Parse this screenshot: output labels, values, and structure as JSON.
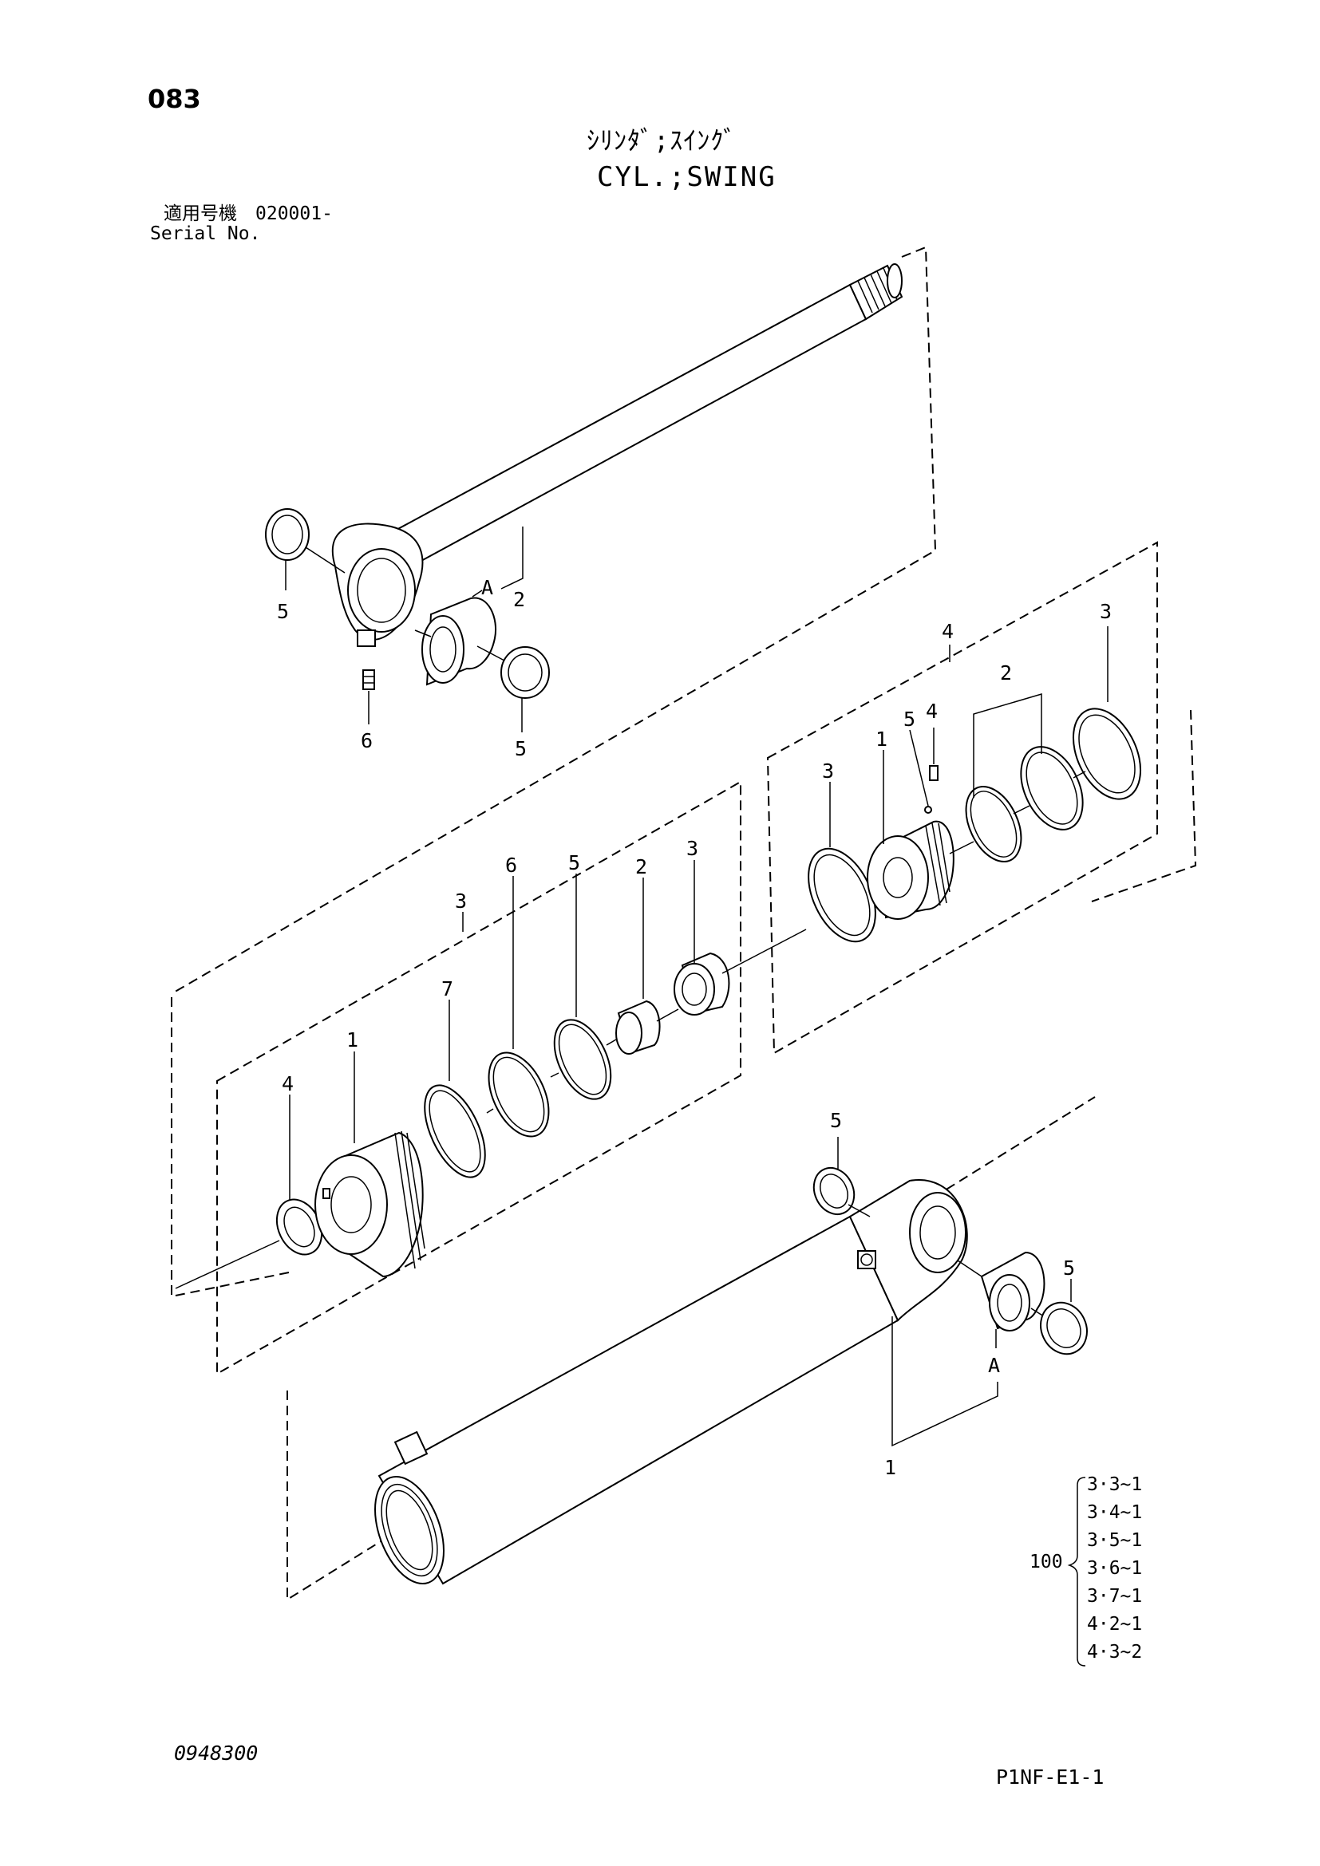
{
  "header": {
    "page_number": "083",
    "title_jp": "ｼﾘﾝﾀﾞ;ｽｲﾝｸﾞ",
    "title_en": "CYL.;SWING",
    "serial_label_jp": "適用号機　020001-",
    "serial_label_en": "Serial No."
  },
  "callouts": {
    "rod_5_left": "5",
    "rod_A": "A",
    "rod_2": "2",
    "rod_6": "6",
    "rod_5_right": "5",
    "piston_group": "4",
    "piston_3_top": "3",
    "piston_2": "2",
    "piston_5": "5",
    "piston_4": "4",
    "piston_1": "1",
    "piston_3_left": "3",
    "head_group": "3",
    "head_3": "3",
    "head_2": "2",
    "head_5": "5",
    "head_6": "6",
    "head_7": "7",
    "head_1": "1",
    "head_4": "4",
    "tube_5_top": "5",
    "tube_5_right": "5",
    "tube_A": "A",
    "tube_1": "1"
  },
  "kit": {
    "number": "100",
    "items": [
      "3·3~1",
      "3·4~1",
      "3·5~1",
      "3·6~1",
      "3·7~1",
      "4·2~1",
      "4·3~2"
    ]
  },
  "footer": {
    "doc_code": "0948300",
    "page_ref": "P1NF-E1-1"
  }
}
